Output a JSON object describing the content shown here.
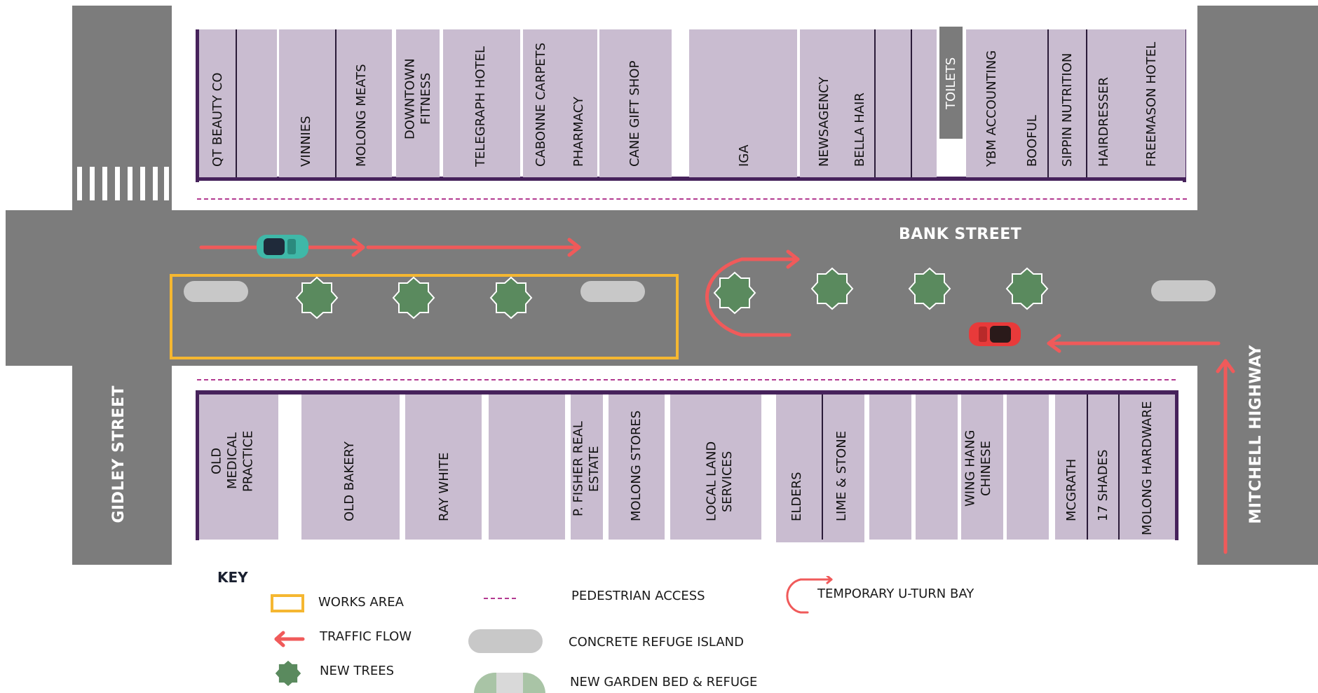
{
  "streets": {
    "bank": "BANK STREET",
    "gidley": "GIDLEY STREET",
    "mitchell": "MITCHELL HIGHWAY"
  },
  "north_shops": [
    "QT BEAUTY CO",
    "VINNIES",
    "MOLONG MEATS",
    "DOWNTOWN FITNESS",
    "TELEGRAPH HOTEL",
    "CABONNE CARPETS",
    "PHARMACY",
    "CANE GIFT SHOP",
    "IGA",
    "NEWSAGENCY",
    "BELLA HAIR",
    "TOILETS",
    "YBM ACCOUNTING",
    "BOOFUL",
    "SIPPIN NUTRITION",
    "HAIRDRESSER",
    "FREEMASON HOTEL"
  ],
  "south_shops": [
    "OLD\nMEDICAL PRACTICE",
    "OLD BAKERY",
    "RAY WHITE",
    "P. FISHER REAL ESTATE",
    "MOLONG STORES",
    "LOCAL LAND\nSERVICES",
    "ELDERS",
    "LIME & STONE",
    "WING HANG CHINESE",
    "MCGRATH",
    "17 SHADES",
    "MOLONG HARDWARE"
  ],
  "key": {
    "title": "KEY",
    "works_area": "WORKS AREA",
    "traffic_flow": "TRAFFIC FLOW",
    "new_trees": "NEW TREES",
    "pedestrian_access": "PEDESTRIAN ACCESS",
    "refuge_island": "CONCRETE REFUGE ISLAND",
    "garden_bed": "NEW GARDEN BED & REFUGE",
    "uturn": "TEMPORARY U-TURN BAY"
  },
  "colors": {
    "road": "#7c7c7c",
    "shop": "#c9bcd0",
    "shop_frame": "#46225b",
    "works_area": "#f5b731",
    "traffic_arrow": "#f05a5a",
    "tree": "#5a8a5e",
    "pedestrian": "#b33a91",
    "island": "#c8c8c8",
    "toilets": "#7b7b7b",
    "car_teal": "#3fb8a8",
    "car_red": "#e83a3a"
  }
}
